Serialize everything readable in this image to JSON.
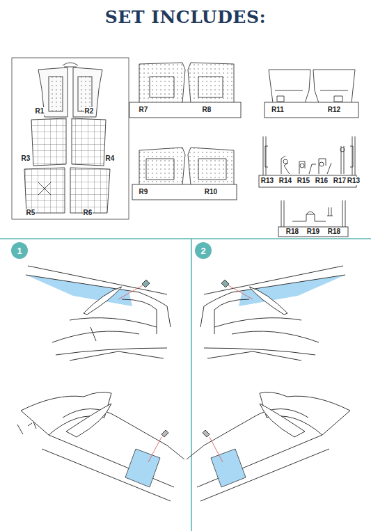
{
  "diagram": {
    "title": "SET INCLUDES:",
    "nodes": [
      {
        "text": [
          "1"
        ]
      },
      {
        "text": [
          "2"
        ]
      }
    ],
    "labels": [
      "R1",
      "R2",
      "R3",
      "R4",
      "R5",
      "R6",
      "R7",
      "R8",
      "R11",
      "R12",
      "R9",
      "R10",
      "R13",
      "R14",
      "R15",
      "R16",
      "R17",
      "R13",
      "R18",
      "R19",
      "R18"
    ]
  }
}
